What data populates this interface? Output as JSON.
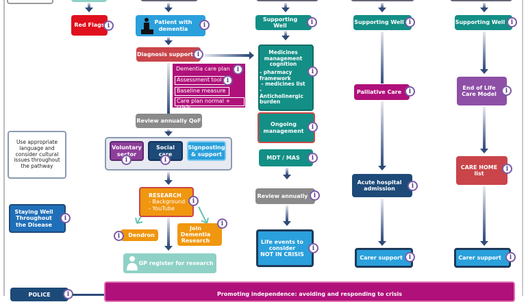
{
  "left": {
    "red_flags": "Red Flags",
    "use_language": "Use appropriate language and consider cultural issues throughout the pathway",
    "staying_well": "Staying Well Throughout the Disease",
    "police": "POLICE"
  },
  "center": {
    "patient": "Patient with dementia",
    "diagnosis": "Diagnosis support",
    "care_plan": {
      "title": "Dementia care plan",
      "items": [
        "Assessment tool",
        "Baseline measure",
        "Care plan normal + crisis"
      ]
    },
    "review_qof": "Review annually QoF",
    "voluntary": "Voluntary sector",
    "social": "Social care",
    "signposting": "Signposting & support",
    "research": {
      "title": "RESEARCH",
      "items": [
        "- Background",
        "- YouTube"
      ]
    },
    "dendron": "Dendron",
    "join": "Join Dementia Research",
    "gp_register": "GP register for research"
  },
  "col1": {
    "supporting": "Supporting Well",
    "medicines": {
      "title": "Medicines management cognition",
      "items": [
        "- pharmacy framework",
        "- medicines list",
        "- Anticholinergic burden"
      ]
    },
    "ongoing": "Ongoing management",
    "mdt": "MDT / MAS",
    "review": "Review annually",
    "life": "Life events to consider",
    "life_b": "NOT IN CRISIS"
  },
  "col2": {
    "supporting": "Supporting Well",
    "palliative": "Palliative Care",
    "acute": "Acute hospital admission",
    "carer": "Carer support"
  },
  "col3": {
    "supporting": "Supporting Well",
    "eol": "End of Life Care Model",
    "carehome": "CARE HOME",
    "carehome_b": "list",
    "carer": "Carer support"
  },
  "bottom": {
    "banner": "Promoting independence: avoiding and responding to crisis"
  },
  "info_icon": "i",
  "colors": {
    "teal": "#138f86",
    "magenta": "#b0107a",
    "red": "#e0101e",
    "blue": "#2aa0dc",
    "navy": "#1d4a78",
    "orange": "#f0960f",
    "purple": "#8e4fa6",
    "gray": "#8a8a8a"
  }
}
